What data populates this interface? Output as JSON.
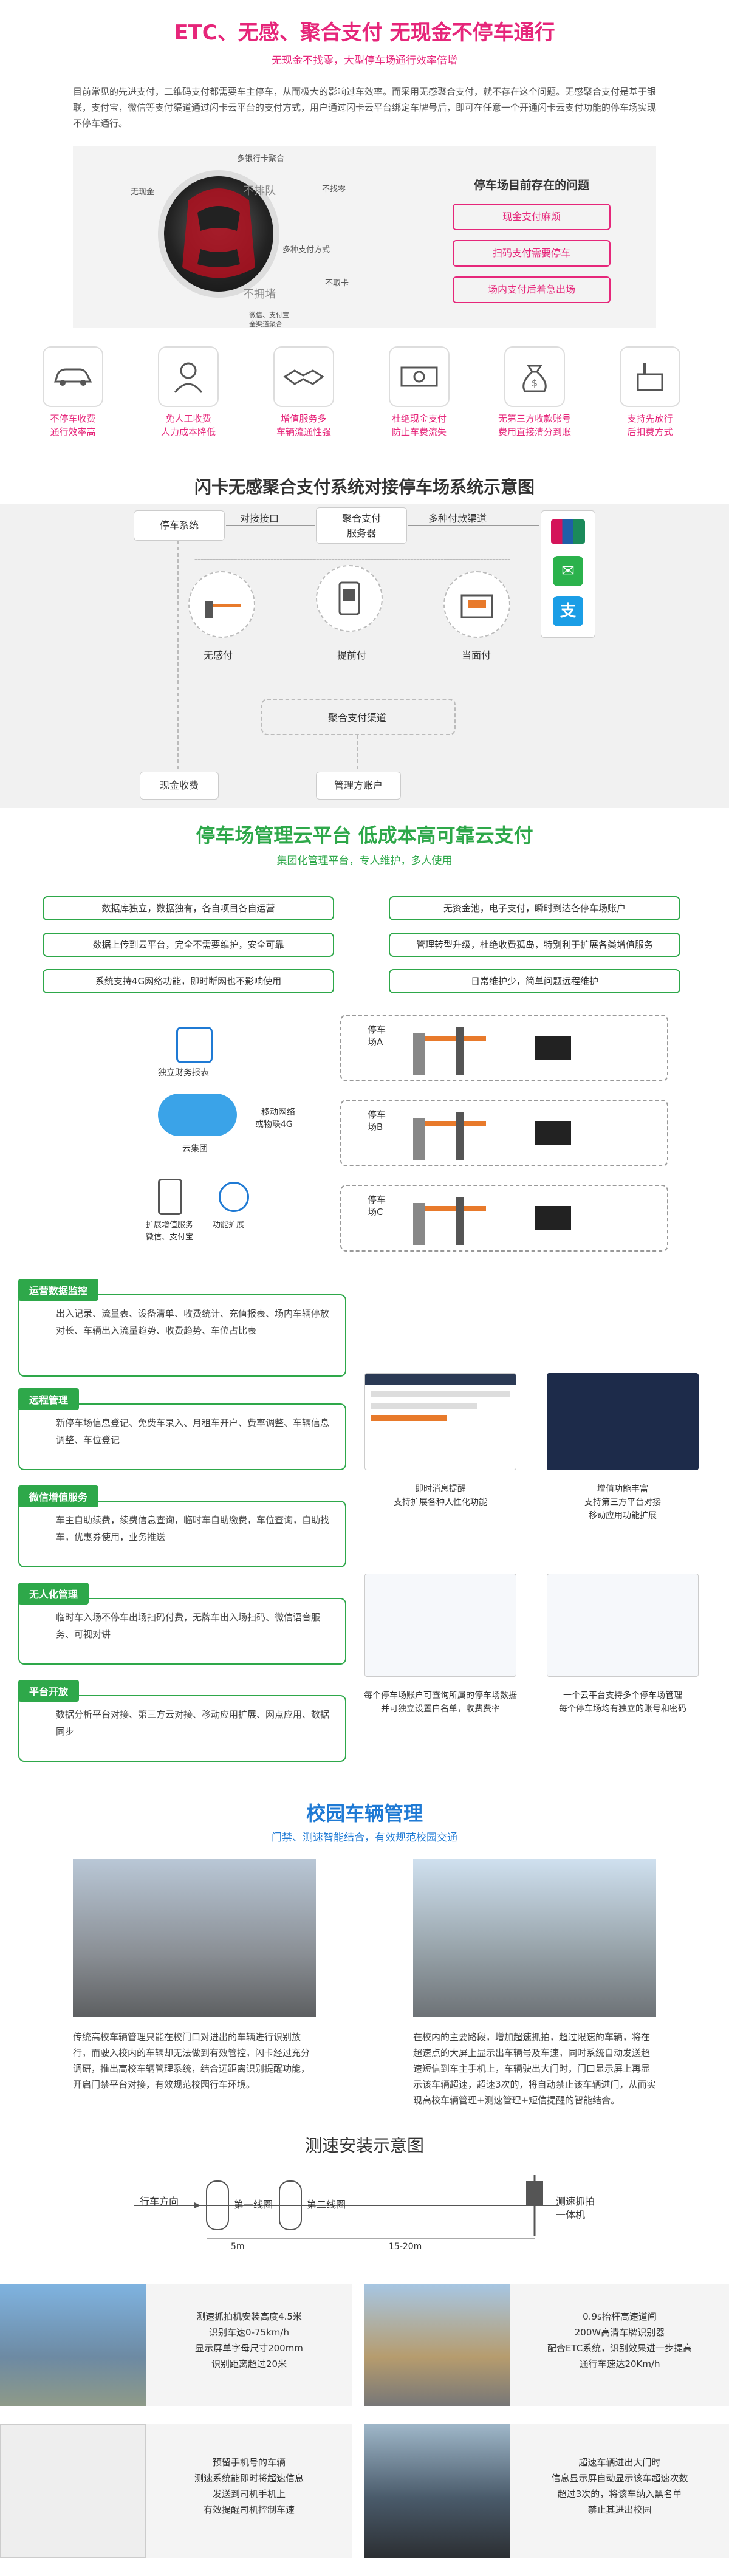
{
  "hero": {
    "title": "ETC、无感、聚合支付  无现金不停车通行",
    "sub1": "无现金不找零，大型停车场通行效率倍增",
    "sub2": "",
    "intro": "目前常见的先进支付，二维码支付都需要车主停车，从而极大的影响过车效率。而采用无感聚合支付，就不存在这个问题。无感聚合支付是基于银联，支付宝，微信等支付渠道通过闪卡云平台的支付方式，用户通过闪卡云平台绑定车牌号后，即可在任意一个开通闪卡云支付功能的停车场实现不停车通行。"
  },
  "car_labels": {
    "top": "多银行卡聚合",
    "l1": "无现金",
    "l2": "不排队",
    "l3": "不找零",
    "l4": "多种支付方式",
    "l5": "不取卡",
    "l6": "不拥堵",
    "l7": "微信、支付宝",
    "l8": "全渠道聚合"
  },
  "problems": {
    "title": "停车场目前存在的问题",
    "items": [
      "现金支付麻烦",
      "扫码支付需要停车",
      "场内支付后着急出场"
    ]
  },
  "features": [
    {
      "icon": "car-icon",
      "l1": "不停车收费",
      "l2": "通行效率高"
    },
    {
      "icon": "person-icon",
      "l1": "免人工收费",
      "l2": "人力成本降低"
    },
    {
      "icon": "handshake-icon",
      "l1": "增值服务多",
      "l2": "车辆流通性强"
    },
    {
      "icon": "money-icon",
      "l1": "杜绝现金支付",
      "l2": "防止车费流失"
    },
    {
      "icon": "bag-icon",
      "l1": "无第三方收款账号",
      "l2": "费用直接清分到账"
    },
    {
      "icon": "pos-icon",
      "l1": "支持先放行",
      "l2": "后扣费方式"
    }
  ],
  "schematic": {
    "title": "闪卡无感聚合支付系统对接停车场系统示意图",
    "parking_system": "停车系统",
    "interface": "对接接口",
    "aggregate": "聚合支付",
    "aggregate2": "服务器",
    "multi_channel": "多种付款渠道",
    "pay1": "无感付",
    "pay2": "提前付",
    "pay3": "当面付",
    "agg_channel": "聚合支付渠道",
    "cash": "现金收费",
    "mgmt": "管理方账户"
  },
  "cloud": {
    "title": "停车场管理云平台  低成本高可靠云支付",
    "sub": "集团化管理平台，专人维护，多人使用",
    "left_items": [
      "数据库独立，数据独有，各自项目各自运营",
      "数据上传到云平台，完全不需要维护，安全可靠",
      "系统支持4G网络功能，即时断网也不影响使用"
    ],
    "right_items": [
      "无资金池，电子支付，瞬时到达各停车场账户",
      "管理转型升级，杜绝收费孤岛，特别利于扩展各类增值服务",
      "日常维护少，简单问题远程维护"
    ],
    "finance": "独立财务报表",
    "group": "云集团",
    "mobile": "移动网络",
    "mobile2": "或物联4G",
    "ext1": "扩展增值服务",
    "ext2": "微信、支付宝",
    "ext3": "功能扩展",
    "lot_a": "停车场A",
    "lot_b": "停车场B",
    "lot_c": "停车场C"
  },
  "ops": [
    {
      "tag": "运营数据监控",
      "text": "出入记录、流量表、设备清单、收费统计、充值报表、场内车辆停放对长、车辆出入流量趋势、收费趋势、车位占比表"
    },
    {
      "tag": "远程管理",
      "text": "新停车场信息登记、免费车录入、月租车开户、费率调整、车辆信息调整、车位登记"
    },
    {
      "tag": "微信增值服务",
      "text": "车主自助续费，续费信息查询，临时车自助缴费，车位查询，自助找车，优惠券使用，业务推送"
    },
    {
      "tag": "无人化管理",
      "text": "临时车入场不停车出场扫码付费，无牌车出入场扫码、微信语音服务、可视对讲"
    },
    {
      "tag": "平台开放",
      "text": "数据分析平台对接、第三方云对接、移动应用扩展、网点应用、数据同步"
    }
  ],
  "shots": {
    "c1a": "即时消息提醒",
    "c1b": "支持扩展各种人性化功能",
    "c2a": "增值功能丰富",
    "c2b": "支持第三方平台对接",
    "c2c": "移动应用功能扩展",
    "c3a": "每个停车场账户可查询所属的停车场数据",
    "c3b": "并可独立设置白名单，收费费率",
    "c4a": "一个云平台支持多个停车场管理",
    "c4b": "每个停车场均有独立的账号和密码"
  },
  "campus": {
    "title": "校园车辆管理",
    "sub": "门禁、测速智能结合，有效规范校园交通",
    "left_text": "传统高校车辆管理只能在校门口对进出的车辆进行识别放行，而驶入校内的车辆却无法做到有效管控，闪卡经过充分调研，推出高校车辆管理系统，结合远距离识别提醒功能，开启门禁平台对接，有效规范校园行车环境。",
    "right_text": "在校内的主要路段，增加超速抓拍，超过限速的车辆，将在超速点的大屏上显示出车辆号及车速，同时系统自动发送超速短信到车主手机上，车辆驶出大门时，门口显示屏上再显示该车辆超速，超速3次的，将自动禁止该车辆进门，从而实现高校车辆管理+测速管理+短信提醒的智能结合。"
  },
  "speed": {
    "title": "测速安装示意图",
    "direction": "行车方向",
    "loop1": "第一线圈",
    "loop2": "第二线圈",
    "camera": "测速抓拍",
    "camera2": "一体机",
    "d1": "5m",
    "d2": "15-20m",
    "cap1": "测速抓拍机安装高度4.5米|识别车速0-75km/h|显示屏单字母尺寸200mm|识别距离超过20米",
    "cap2": "0.9s抬杆高速道闸|200W高清车牌识别器|配合ETC系统，识别效果进一步提高|通行车速达20Km/h",
    "cap3": "预留手机号的车辆|测速系统能即时将超速信息|发送到司机手机上|有效提醒司机控制车速",
    "cap4": "超速车辆进出大门时|信息显示屏自动显示该车超速次数|超过3次的，将该车纳入黑名单|禁止其进出校园"
  },
  "colors": {
    "pink": "#e6267a",
    "green": "#2ea84a",
    "blue": "#1f7ad4"
  }
}
